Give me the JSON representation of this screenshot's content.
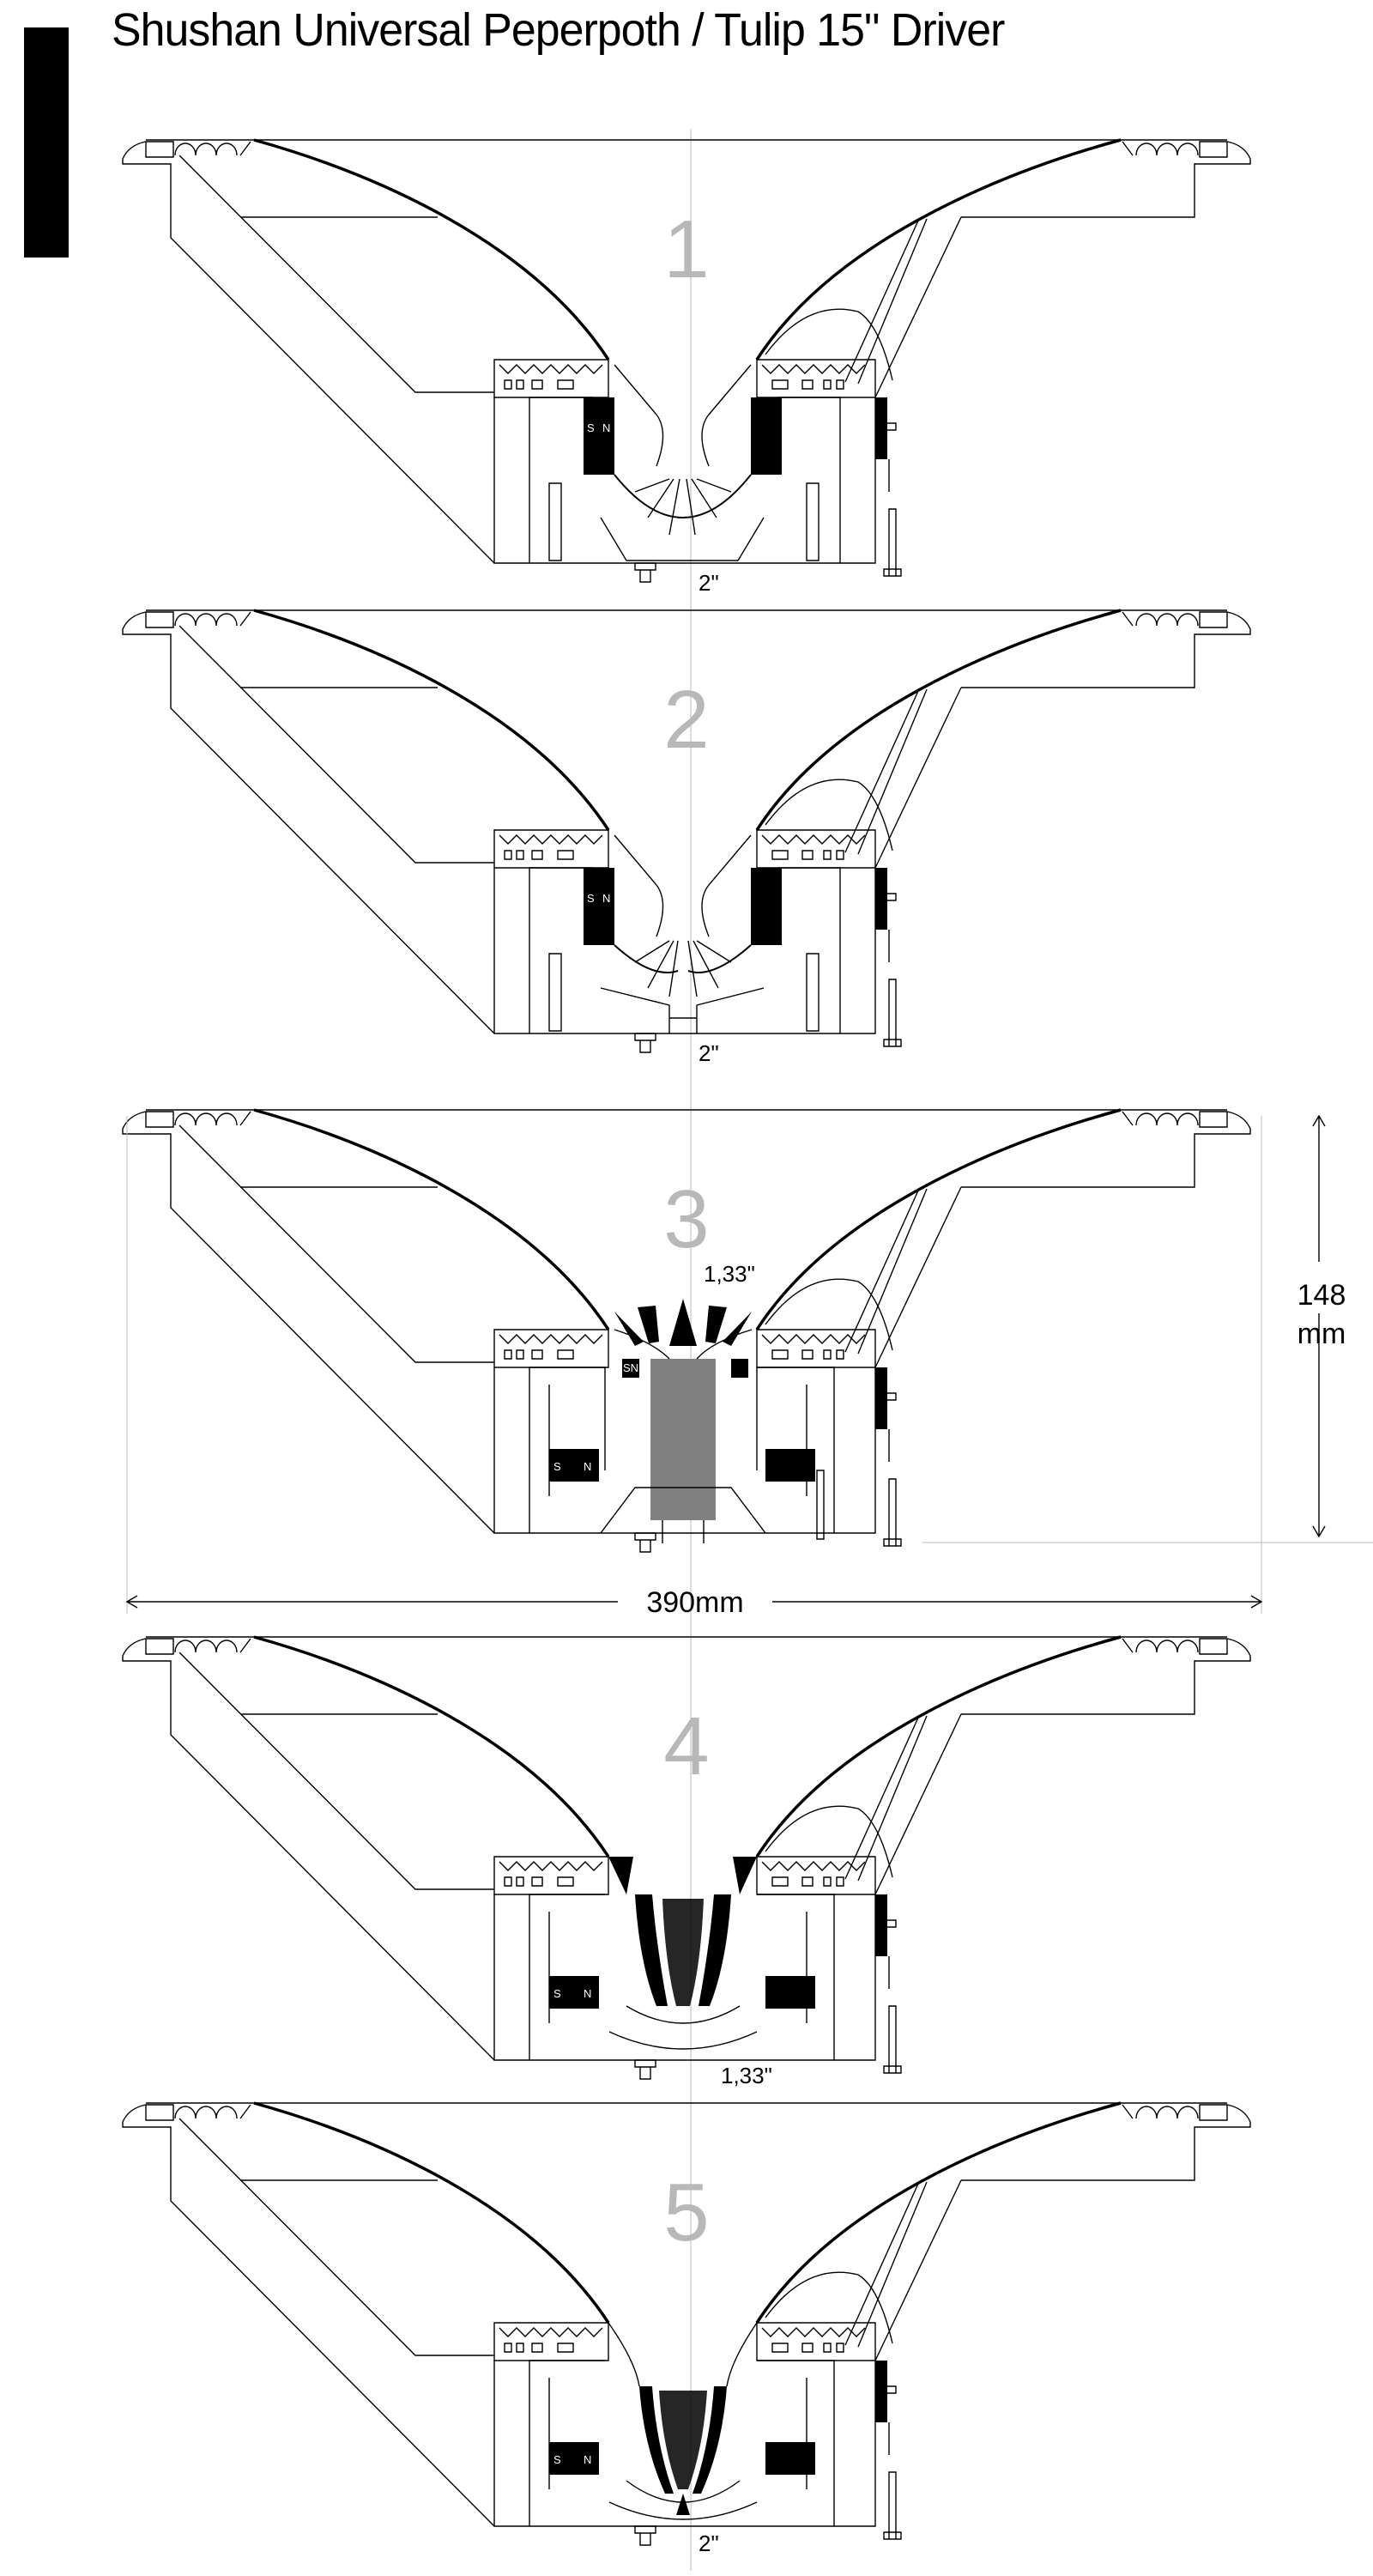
{
  "title": "Shushan Universal Peperpoth / Tulip 15\" Driver",
  "drivers": [
    {
      "number": "1",
      "size_label": "2\"",
      "magnet_s": "S",
      "magnet_n": "N"
    },
    {
      "number": "2",
      "size_label": "2\"",
      "magnet_s": "S",
      "magnet_n": "N"
    },
    {
      "number": "3",
      "size_label": "1,33\"",
      "magnet_s": "S",
      "magnet_n": "N",
      "small_magnet": "SN"
    },
    {
      "number": "4",
      "size_label": "1,33\"",
      "magnet_s": "S",
      "magnet_n": "N"
    },
    {
      "number": "5",
      "size_label": "2\"",
      "magnet_s": "S",
      "magnet_n": "N"
    }
  ],
  "dimensions": {
    "depth_value": "148",
    "depth_unit": "mm",
    "width": "390mm"
  }
}
